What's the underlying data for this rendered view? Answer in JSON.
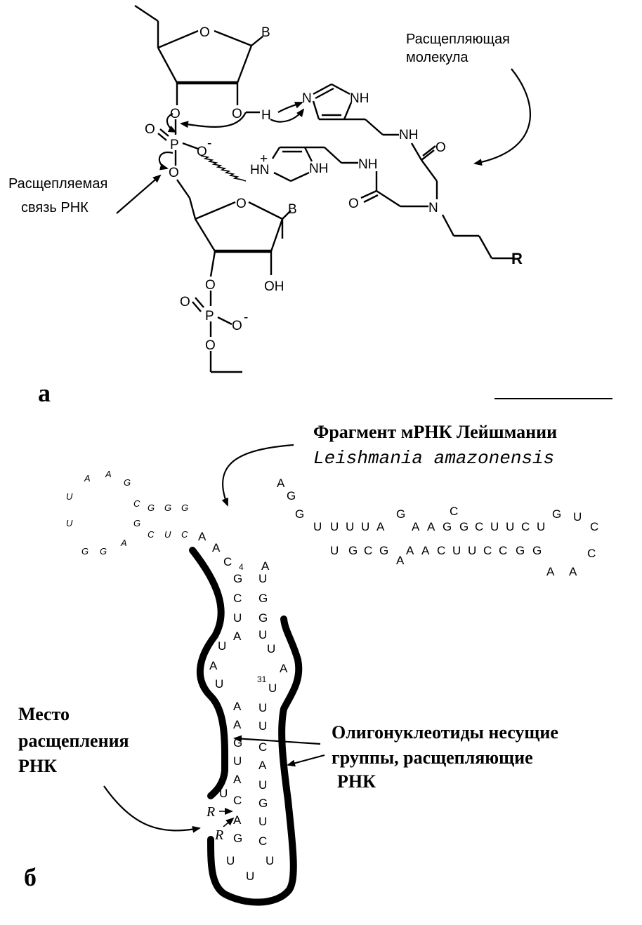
{
  "panel_a": {
    "panel_label": "а",
    "cleaving_molecule_line1": "Расщепляющая",
    "cleaving_molecule_line2": "молекула",
    "cleaved_bond_line1": "Расщепляемая",
    "cleaved_bond_line2": "связь РНК",
    "atoms": {
      "O": "O",
      "B": "B",
      "P": "P",
      "O_minus": "O",
      "minus": "-",
      "plus": "+",
      "H": "H",
      "N": "N",
      "NH": "NH",
      "HN": "HN",
      "OH": "OH",
      "R": "R"
    }
  },
  "panel_b": {
    "panel_label": "б",
    "title_line1": "Фрагмент  мРНК Лейшмании",
    "title_line2": "Leishmania  amazonensis",
    "site_line1": "Место",
    "site_line2": "расщепления",
    "site_line3": "РНК",
    "oligo_line1": "Олигонуклеотиды несущие",
    "oligo_line2": "группы, расщепляющие",
    "oligo_line3": "РНК",
    "position_4": "4",
    "position_31": "31",
    "cleaving_group": "R",
    "hairpin_small": [
      "U",
      "A",
      "A",
      "G",
      "C",
      "G",
      "G",
      "G",
      "U",
      "G",
      "C",
      "U",
      "C",
      "G",
      "G",
      "A"
    ],
    "junction": [
      "A",
      "A",
      "C",
      "A"
    ],
    "right_arm": [
      "A",
      "G",
      "G",
      "U",
      "U",
      "U",
      "U",
      "A",
      "G",
      "A",
      "A",
      "G",
      "G",
      "C",
      "C",
      "U",
      "U",
      "C",
      "U",
      "G",
      "U",
      "C",
      "C",
      "A",
      "A",
      "G",
      "G",
      "C",
      "C",
      "U",
      "U",
      "C",
      "A",
      "A",
      "A",
      "G",
      "C",
      "G",
      "U"
    ],
    "stem_left": [
      "G",
      "C",
      "U",
      "A",
      "U",
      "A",
      "U",
      "A",
      "A",
      "G",
      "U",
      "A",
      "U",
      "C",
      "A",
      "G",
      "U"
    ],
    "stem_right": [
      "U",
      "G",
      "G",
      "U",
      "U",
      "A",
      "U",
      "U",
      "U",
      "C",
      "A",
      "U",
      "G",
      "U",
      "C",
      "U",
      "U"
    ]
  }
}
